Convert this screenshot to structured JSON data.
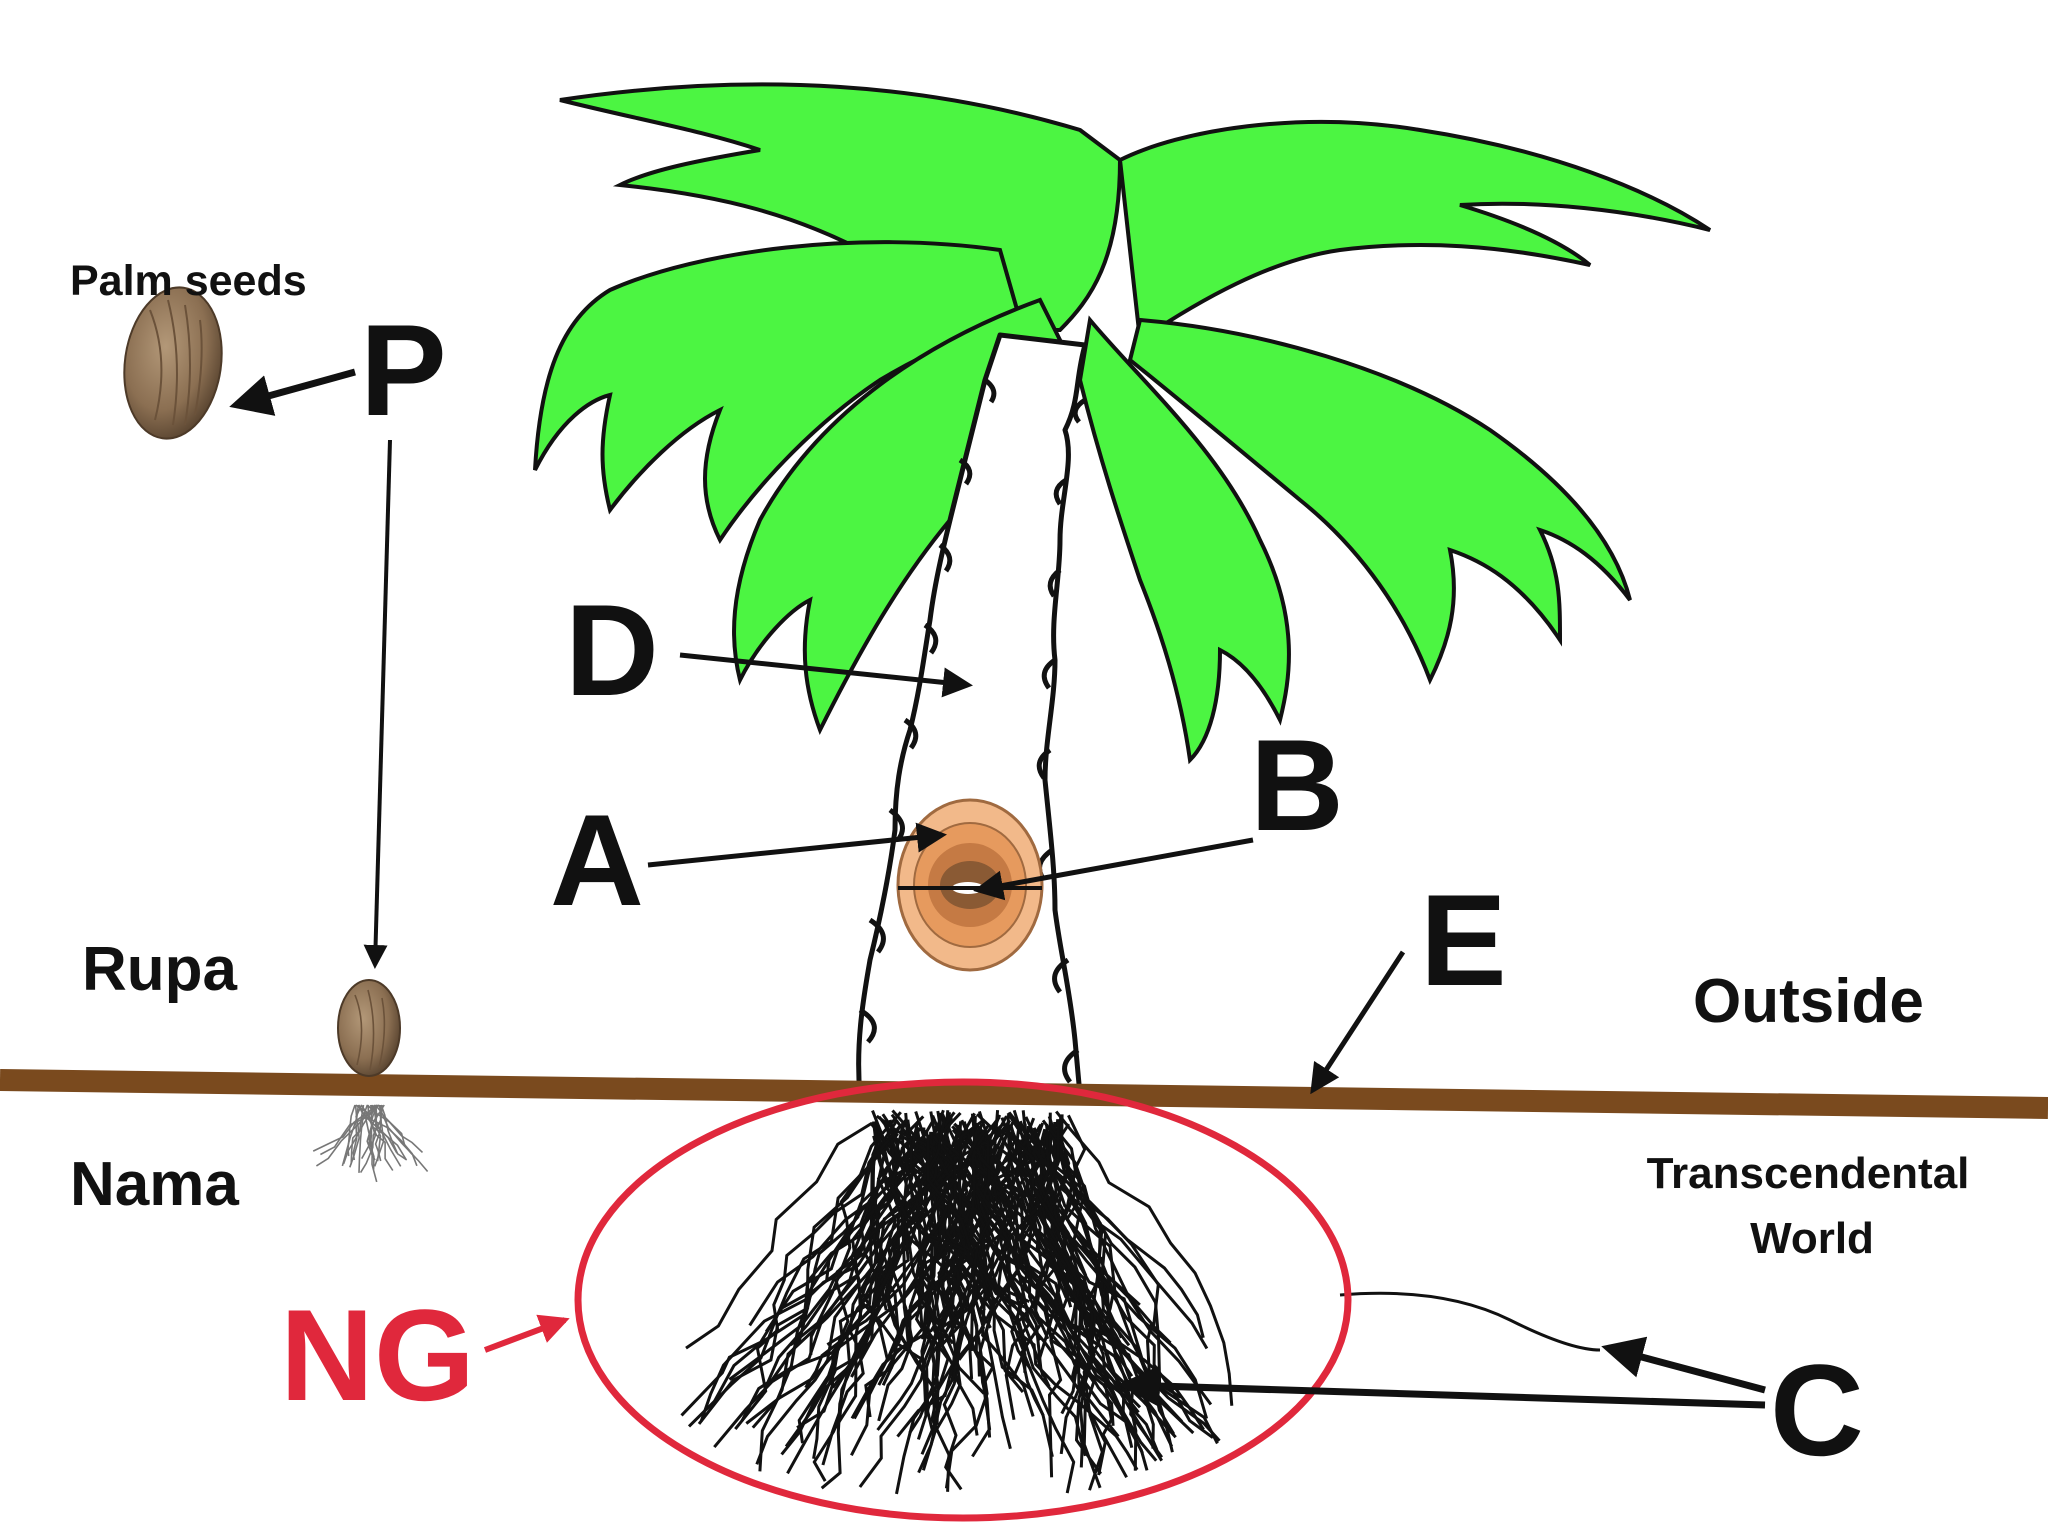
{
  "labels": {
    "palm_seeds": "Palm seeds",
    "P": "P",
    "D": "D",
    "A": "A",
    "B": "B",
    "E": "E",
    "C": "C",
    "NG": "NG",
    "rupa": "Rupa",
    "nama": "Nama",
    "outside": "Outside",
    "transcendental_line1": "Transcendental",
    "transcendental_line2": "World"
  },
  "colors": {
    "frond": "#4cf542",
    "ground": "#7a4a1e",
    "ng_red": "#e0283c",
    "seed_brown": "#8b6f52",
    "bulb_outer": "#f2b98a",
    "bulb_inner": "#8a5a34",
    "ink": "#111111"
  },
  "icons": {
    "seed": "palm-seed-icon",
    "root_cluster": "root-cluster-icon"
  }
}
